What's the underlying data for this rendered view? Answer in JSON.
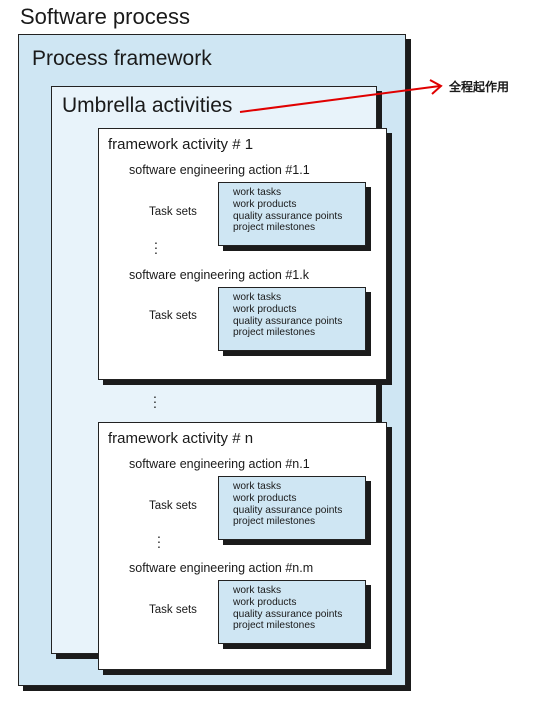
{
  "title": "Software process",
  "process_framework": {
    "label": "Process framework"
  },
  "umbrella": {
    "label": "Umbrella activities",
    "note": "全程起作用"
  },
  "task_set_label": "Task sets",
  "tasks": [
    "work tasks",
    "work products",
    "quality assurance points",
    "project milestones"
  ],
  "activities": [
    {
      "label": "framework activity # 1",
      "actions": [
        "software engineering action #1.1",
        "software engineering action #1.k"
      ]
    },
    {
      "label": "framework activity # n",
      "actions": [
        "software engineering action #n.1",
        "software engineering action #n.m"
      ]
    }
  ],
  "colors": {
    "outer_fill": "#cfe6f3",
    "inner_fill": "#e8f3fa",
    "arrow": "#e00000"
  }
}
